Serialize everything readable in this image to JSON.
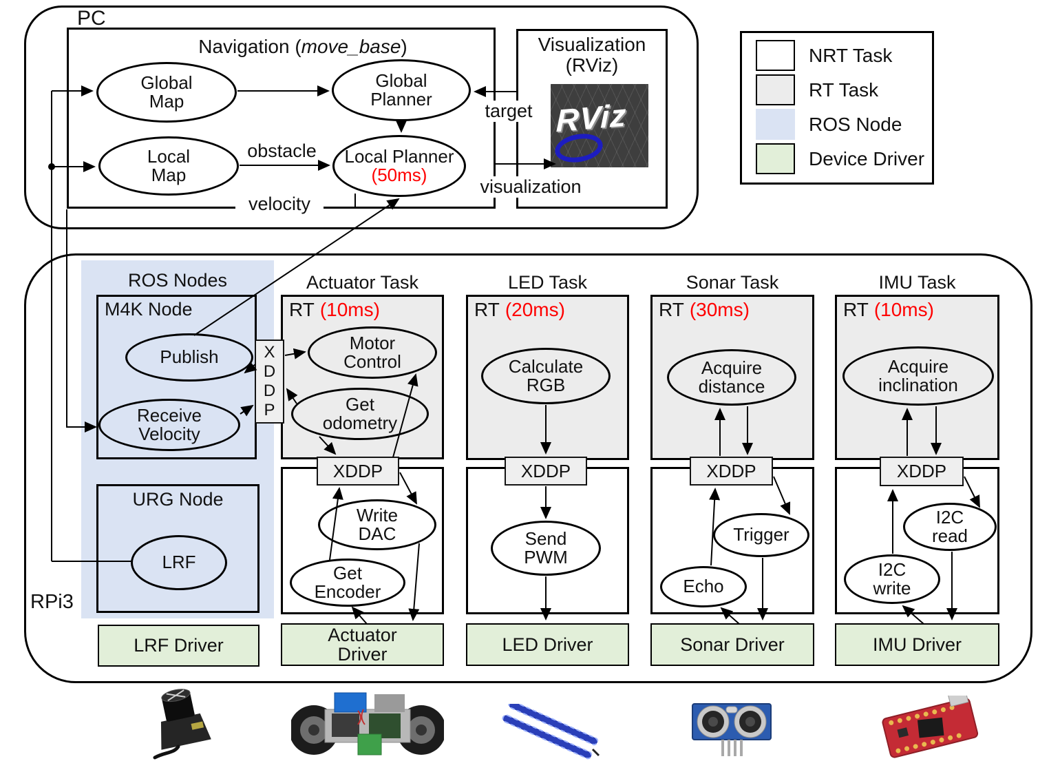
{
  "colors": {
    "ros_node_fill": "#dae3f3",
    "rt_task_fill": "#ececec",
    "nrt_task_fill": "#ffffff",
    "device_driver_fill": "#e2efd9",
    "rt_period_red": "#ff0000"
  },
  "legend": {
    "items": [
      {
        "label": "NRT Task"
      },
      {
        "label": "RT Task"
      },
      {
        "label": "ROS Node"
      },
      {
        "label": "Device Driver"
      }
    ]
  },
  "pc": {
    "label": "PC",
    "navigation": {
      "title_pre": "Navigation (",
      "title_em": "move_base",
      "title_post": ")",
      "global_map": "Global\nMap",
      "global_planner": "Global\nPlanner",
      "local_map": "Local\nMap",
      "local_planner": "Local Planner",
      "local_planner_period": "(50ms)",
      "obstacle_label": "obstacle",
      "velocity_label": "velocity"
    },
    "links": {
      "target_label": "target",
      "visualization_label": "visualization"
    },
    "visualization": {
      "title": "Visualization",
      "subtitle": "(RViz)",
      "logo_text": "RViz"
    }
  },
  "rpi": {
    "label": "RPi3",
    "ros_nodes_header": "ROS Nodes",
    "xddp_bridge": "X\nD\nD\nP",
    "m4k": {
      "title": "M4K Node",
      "publish": "Publish",
      "receive_velocity": "Receive\nVelocity"
    },
    "urg": {
      "title": "URG Node",
      "lrf": "LRF"
    },
    "lrf_driver": "LRF Driver",
    "tasks": [
      {
        "header": "Actuator Task",
        "rt_label": "RT",
        "period": "(10ms)",
        "xddp": "XDDP",
        "motor_control": "Motor\nControl",
        "get_odometry": "Get\nodometry",
        "write_dac": "Write\nDAC",
        "get_encoder": "Get\nEncoder",
        "driver": "Actuator\nDriver"
      },
      {
        "header": "LED Task",
        "rt_label": "RT",
        "period": "(20ms)",
        "xddp": "XDDP",
        "calculate_rgb": "Calculate\nRGB",
        "send_pwm": "Send\nPWM",
        "driver": "LED Driver"
      },
      {
        "header": "Sonar Task",
        "rt_label": "RT",
        "period": "(30ms)",
        "xddp": "XDDP",
        "acquire_distance": "Acquire\ndistance",
        "trigger": "Trigger",
        "echo": "Echo",
        "driver": "Sonar Driver"
      },
      {
        "header": "IMU Task",
        "rt_label": "RT",
        "period": "(10ms)",
        "xddp": "XDDP",
        "acquire_inclination": "Acquire\ninclination",
        "i2c_read": "I2C\nread",
        "i2c_write": "I2C\nwrite",
        "driver": "IMU Driver"
      }
    ],
    "photos": [
      {
        "name": "lrf-sensor-photo"
      },
      {
        "name": "robot-chassis-photo"
      },
      {
        "name": "led-strip-photo"
      },
      {
        "name": "sonar-sensor-photo"
      },
      {
        "name": "imu-board-photo"
      }
    ]
  }
}
